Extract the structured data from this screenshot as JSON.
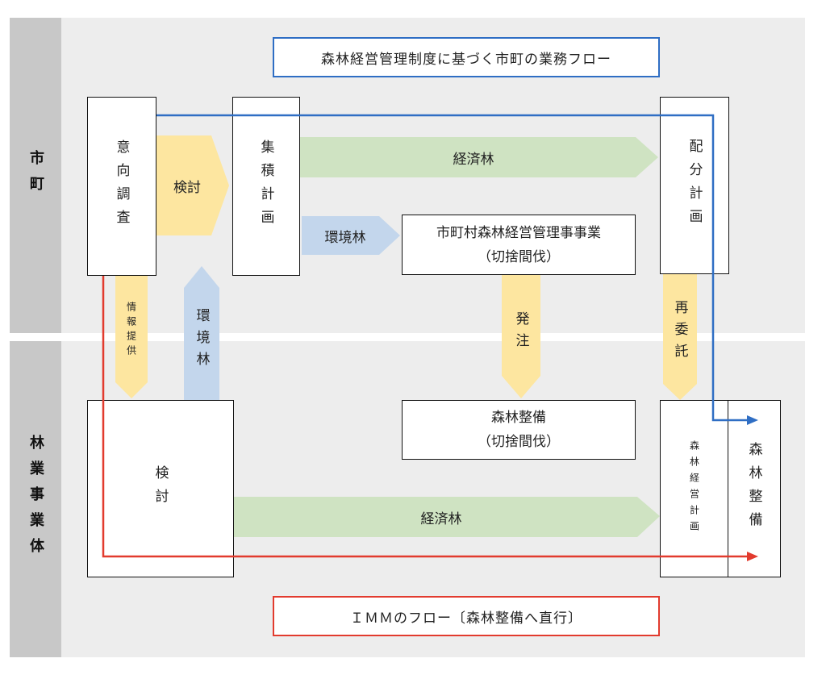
{
  "titles": {
    "top": "森林経営管理制度に基づく市町の業務フロー",
    "bottom": "ＩＭＭのフロー〔森林整備へ直行〕"
  },
  "lanes": {
    "municipality": "市町",
    "forestry_operator": "林業事業体"
  },
  "boxes": {
    "intent_survey": "意向調査",
    "aggregation_plan": "集積計画",
    "distribution_plan": "配分計画",
    "municipal_project_line1": "市町村森林経営管理事事業",
    "municipal_project_line2": "（切捨間伐）",
    "forest_maintenance_line1": "森林整備",
    "forest_maintenance_line2": "（切捨間伐）",
    "operator_review": "検討",
    "forest_management_plan": "森林経営計画",
    "forest_development": "森林整備"
  },
  "arrows": {
    "review": "検討",
    "economic_forest_top": "経済林",
    "environmental_forest_right": "環境林",
    "info_provision": "情報提供",
    "environmental_forest_up": "環境林",
    "order": "発注",
    "re_entrust": "再委託",
    "economic_forest_bottom": "経済林"
  },
  "colors": {
    "yellow_arrow": "#fde6a0",
    "green_arrow": "#cfe3c2",
    "blue_arrow": "#c3d6ec",
    "blue_flow": "#2f6ec4",
    "red_flow": "#e23b2e"
  }
}
